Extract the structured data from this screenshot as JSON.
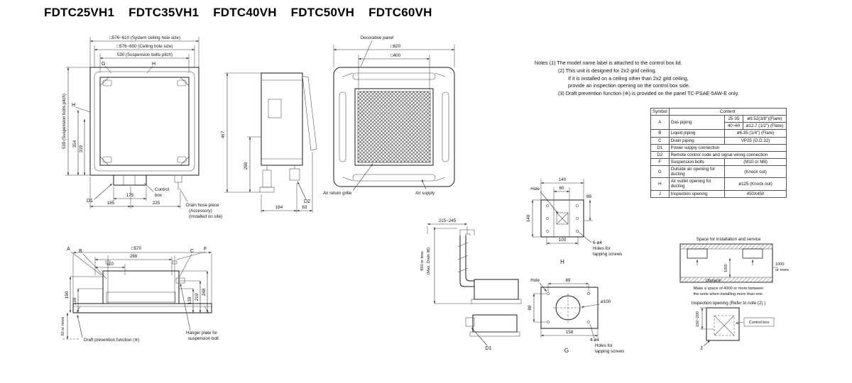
{
  "title": {
    "models": [
      "FDTC25VH1",
      "FDTC35VH1",
      "FDTC40VH",
      "FDTC50VH",
      "FDTC60VH"
    ]
  },
  "top_view": {
    "sys_full": "□576~610 (System ceiling hole size)",
    "ceil_full": "□576~600 (Ceiling hole size)",
    "pitch_full": "530 (Suspension bolts pitch)",
    "g": "G",
    "h_top": "H",
    "h_left": "H",
    "d354": "354",
    "d319": "319",
    "d1": "D1",
    "d175": "175",
    "d185": "185",
    "d225": "225",
    "control_1": "Control",
    "control_2": "box",
    "drain_1": "Drain hose piece",
    "drain_2": "(Accessory)",
    "drain_3": "(Installed on site)"
  },
  "side_view": {
    "d467": "467",
    "d298": "298",
    "d184": "184",
    "d63": "63",
    "d2": "D2"
  },
  "panel_view": {
    "title": "Decorative panel",
    "d620": "□620",
    "d400": "□400",
    "air_return": "Air return grille",
    "air_supply": "Air supply"
  },
  "front_view": {
    "a": "A",
    "b": "B",
    "c": "C",
    "f": "F",
    "d570": "□570",
    "d288": "288",
    "d110": "110",
    "d190": "190",
    "d130l": "130",
    "d248": "248",
    "d210": "210",
    "d130r": "130",
    "d50": "50 or more",
    "draft": "Draft prevention function (※)",
    "hanger_1": "Hanger plate for",
    "hanger_2": "suspension bolt"
  },
  "drain_view": {
    "d215": "215~245",
    "d850_1": "850 or less",
    "d850_2": "(Max. Drain lift)",
    "d1": "D1"
  },
  "h_detail": {
    "d140t": "140",
    "d60": "60",
    "hole": "Hole",
    "d88": "88",
    "d140l": "140",
    "d100": "100",
    "s1": "6-ø4",
    "s2": "Holes for",
    "s3": "tapping screws",
    "label": "H"
  },
  "g_detail": {
    "hole": "Hole",
    "d89": "89",
    "d88": "88",
    "d100": "ø100",
    "d158": "158",
    "s1": "4-ø4",
    "s2": "Holes for",
    "s3": "tapping screws",
    "label": "G"
  },
  "notes": {
    "l1": "Notes (1) The model name label is attached to the control box lid.",
    "l2": "(2) This unit is designed for 2x2 grid ceiling.",
    "l3": "If it is installed on a ceiling other than 2x2 grid ceiling,",
    "l4": "provide an inspection opening on the control box side.",
    "l5": "(3) Draft prevention function (※) is provided on the panel TC-PSAE-5AW-E only."
  },
  "table": {
    "h_symbol": "Symbol",
    "h_content": "Content",
    "a_sym": "A",
    "a_label": "Gas piping",
    "a_k1": "25·35",
    "a_v1": "ø9.52(3/8\")(Flare)",
    "a_k2": "40~60",
    "a_v2": "ø12.7 (1/2\") (Flare)",
    "b_sym": "B",
    "b_label": "Liquid piping",
    "b_val": "ø6.35 (1/4\") (Flare)",
    "c_sym": "C",
    "c_label": "Drain piping",
    "c_val": "VP25 (O.D.32)",
    "d1_sym": "D1",
    "d1_label": "Power supply connection",
    "d2_sym": "D2",
    "d2_label": "Remote control code and signal wiring connection",
    "f_sym": "F",
    "f_label": "Suspension bolts",
    "f_val": "(M10 or M8)",
    "g_sym": "G",
    "g_label": "Outside air opening for ducting",
    "g_val": "(Knock out)",
    "h_sym": "H",
    "h_label": "Air outlet opening for ducting",
    "h_val": "ø125 (Knock out)",
    "j_sym": "J",
    "j_label": "Inspection opening",
    "j_val": "450X450"
  },
  "space_view": {
    "title": "Space for installation and service",
    "d1000": "1000",
    "more_1": "1000",
    "more_2": "or more",
    "obstacle": "Obstacle",
    "note_1": "Make a space of 4000 or more between",
    "note_2": "the units when installing more than one."
  },
  "inspection_view": {
    "title": "Inspection opening (Refer to note (2) )",
    "d150": "150~200",
    "control_box": "Control box",
    "j": "J"
  }
}
